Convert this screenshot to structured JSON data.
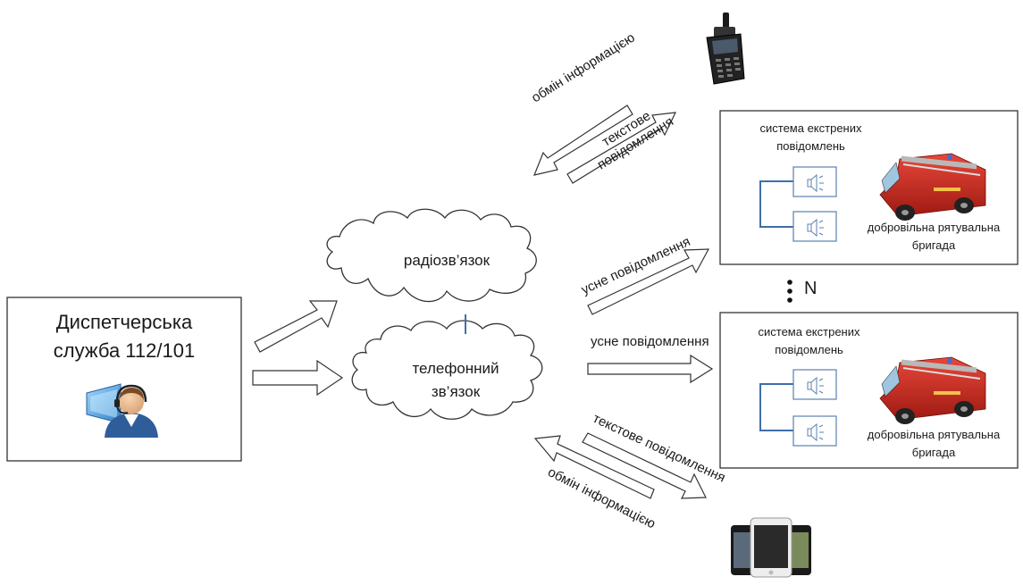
{
  "dispatcher": {
    "line1": "Диспетчерська",
    "line2": "служба 112/101",
    "operator_icon": "headset-operator-icon"
  },
  "clouds": {
    "radio": "радіозв’язок",
    "phone_line1": "телефонний",
    "phone_line2": "зв’язок"
  },
  "arrows": {
    "radio_exchange": "обмін інформацією",
    "radio_text_line1": "текстове",
    "radio_text_line2": "повідомлення",
    "radio_voice": "усне повідомлення",
    "phone_voice": "усне повідомлення",
    "phone_text": "текстове повідомлення",
    "phone_exchange": "обмін інформацією"
  },
  "brigades": [
    {
      "system_line1": "система екстрених",
      "system_line2": "повідомлень",
      "brigade_line1": "добровільна рятувальна",
      "brigade_line2": "бригада"
    },
    {
      "system_line1": "система екстрених",
      "system_line2": "повідомлень",
      "brigade_line1": "добровільна рятувальна",
      "brigade_line2": "бригада"
    }
  ],
  "ellipsis_label": "N",
  "devices": {
    "radio": "walkie-talkie-icon",
    "phone": "smartphones-icon"
  },
  "colors": {
    "connector": "#3f6ea8",
    "truck": "#c8261b",
    "outline": "#333333"
  }
}
